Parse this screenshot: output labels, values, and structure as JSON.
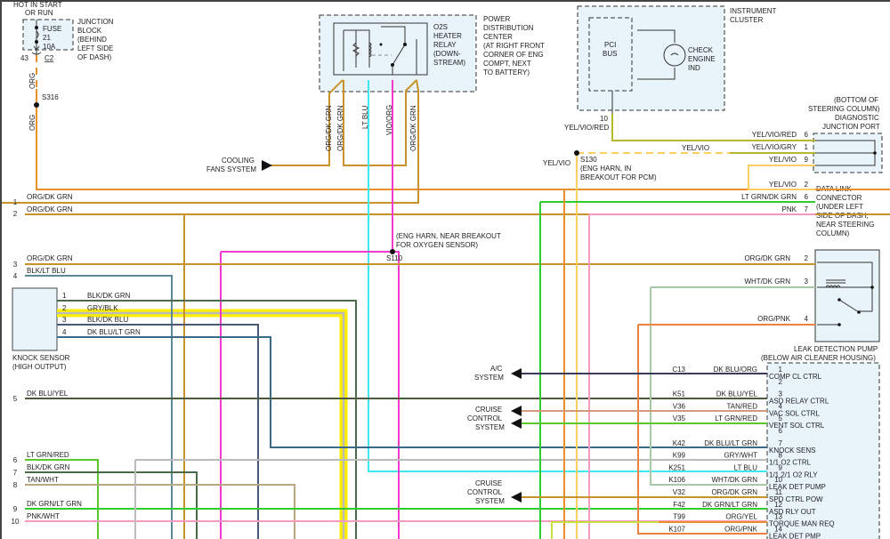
{
  "title": "Engine Performance Wiring Diagram",
  "components": {
    "junction_block": {
      "hot_label": [
        "HOT IN START",
        "OR RUN"
      ],
      "fuse": [
        "FUSE",
        "21",
        "10A"
      ],
      "name": [
        "JUNCTION",
        "BLOCK",
        "(BEHIND",
        "LEFT SIDE",
        "OF DASH)"
      ],
      "pin": "43",
      "connector": "C2"
    },
    "o2s_relay": {
      "name": [
        "O2S",
        "HEATER",
        "RELAY",
        "(DOWN-",
        "STREAM)"
      ]
    },
    "pdc": {
      "name": [
        "POWER",
        "DISTRIBUTION",
        "CENTER",
        "(AT RIGHT FRONT",
        "CORNER OF ENG",
        "COMPT, NEXT",
        "TO BATTERY)"
      ]
    },
    "instrument_cluster": {
      "name": [
        "INSTRUMENT",
        "CLUSTER"
      ],
      "pci": [
        "PCI",
        "BUS"
      ],
      "lamp": [
        "CHECK",
        "ENGINE",
        "IND"
      ],
      "pin": "10",
      "wire": "YEL/VIO/RED"
    },
    "djp": {
      "name": [
        "(BOTTOM OF",
        "STEERING COLUMN)",
        "DIAGNOSTIC",
        "JUNCTION PORT"
      ]
    },
    "dlc": {
      "name": [
        "DATA LINK",
        "CONNECTOR",
        "(UNDER LEFT",
        "SIDE OF DASH,",
        "NEAR STEERING",
        "COLUMN)"
      ]
    },
    "ldp": {
      "name": [
        "LEAK DETECTION PUMP",
        "(BELOW AIR CLEANER HOUSING)"
      ]
    },
    "knock_sensor": {
      "name": [
        "KNOCK SENSOR",
        "(HIGH OUTPUT)"
      ]
    }
  },
  "splices": {
    "s316": "S316",
    "s110": {
      "id": "S110",
      "note": [
        "(ENG HARN, NEAR BREAKOUT",
        "FOR OXYGEN SENSOR)"
      ]
    },
    "s130": {
      "id": "S130",
      "note": [
        "(ENG HARN, IN",
        "BREAKOUT FOR PCM)"
      ]
    }
  },
  "systems": {
    "cooling": [
      "COOLING",
      "FANS SYSTEM"
    ],
    "ac": [
      "A/C",
      "SYSTEM"
    ],
    "cruise1": [
      "CRUISE",
      "CONTROL",
      "SYSTEM"
    ],
    "cruise2": [
      "CRUISE",
      "CONTROL",
      "SYSTEM"
    ]
  },
  "vertical_wire_labels": {
    "org1": "ORG",
    "org2": "ORG",
    "relay1": "ORG/DK GRN",
    "relay2": "ORG/DK GRN",
    "relay3": "LT BLU",
    "relay4": "VIO/ORG",
    "relay5": "ORG/DK GRN"
  },
  "right_wires": {
    "yel_vio_left": "YEL/VIO",
    "s130_wire": "YEL/VIO",
    "djp_pins": [
      {
        "pin": "6",
        "wire": "YEL/VIO/RED"
      },
      {
        "pin": "1",
        "wire": "YEL/VIO/GRY"
      },
      {
        "pin": "9",
        "wire": "YEL/VIO"
      }
    ],
    "dlc_pins": [
      {
        "pin": "2",
        "wire": "YEL/VIO"
      },
      {
        "pin": "6",
        "wire": "LT GRN/DK GRN"
      },
      {
        "pin": "7",
        "wire": "PNK"
      }
    ],
    "ldp_pins": [
      {
        "pin": "2",
        "wire": "ORG/DK GRN"
      },
      {
        "pin": "3",
        "wire": "WHT/DK GRN"
      },
      {
        "pin": "4",
        "wire": "ORG/PNK"
      }
    ]
  },
  "left_connector": [
    {
      "pin": "1",
      "wire": "ORG/DK GRN"
    },
    {
      "pin": "2",
      "wire": "ORG/DK GRN"
    },
    {
      "pin": "3",
      "wire": "ORG/DK GRN"
    },
    {
      "pin": "4",
      "wire": "BLK/LT BLU"
    },
    {
      "pin": "5",
      "wire": "DK BLU/YEL"
    },
    {
      "pin": "6",
      "wire": "LT GRN/RED"
    },
    {
      "pin": "7",
      "wire": "BLK/DK GRN"
    },
    {
      "pin": "8",
      "wire": "TAN/WHT"
    },
    {
      "pin": "9",
      "wire": "DK GRN/LT GRN"
    },
    {
      "pin": "10",
      "wire": "PNK/WHT"
    }
  ],
  "knock_pins": [
    {
      "pin": "1",
      "wire": "BLK/DK GRN"
    },
    {
      "pin": "2",
      "wire": "GRY/BLK"
    },
    {
      "pin": "3",
      "wire": "BLK/DK BLU"
    },
    {
      "pin": "4",
      "wire": "DK BLU/LT GRN"
    }
  ],
  "pcm_pins": [
    {
      "circuit": "C13",
      "wire": "DK BLU/ORG",
      "pin": "1",
      "func": "COMP CL CTRL"
    },
    {
      "circuit": "",
      "wire": "",
      "pin": "2",
      "func": ""
    },
    {
      "circuit": "K51",
      "wire": "DK BLU/YEL",
      "pin": "3",
      "func": "ASD RELAY CTRL"
    },
    {
      "circuit": "V36",
      "wire": "TAN/RED",
      "pin": "4",
      "func": "VAC SOL CTRL"
    },
    {
      "circuit": "V35",
      "wire": "LT GRN/RED",
      "pin": "5",
      "func": "VENT SOL CTRL"
    },
    {
      "circuit": "",
      "wire": "",
      "pin": "6",
      "func": ""
    },
    {
      "circuit": "K42",
      "wire": "DK BLU/LT GRN",
      "pin": "7",
      "func": "KNOCK SENS"
    },
    {
      "circuit": "K99",
      "wire": "GRY/WHT",
      "pin": "8",
      "func": "1/1 O2 CTRL"
    },
    {
      "circuit": "K251",
      "wire": "LT BLU",
      "pin": "9",
      "func": "1/1 2/1 O2 RLY"
    },
    {
      "circuit": "K106",
      "wire": "WHT/DK GRN",
      "pin": "10",
      "func": "LEAK DET PUMP"
    },
    {
      "circuit": "V32",
      "wire": "ORG/DK GRN",
      "pin": "11",
      "func": "SPD CTRL POW"
    },
    {
      "circuit": "F42",
      "wire": "DK GRN/LT GRN",
      "pin": "12",
      "func": "ASD RLY OUT"
    },
    {
      "circuit": "T99",
      "wire": "ORG/YEL",
      "pin": "13",
      "func": "TORQUE MAN REQ"
    },
    {
      "circuit": "K107",
      "wire": "ORG/PNK",
      "pin": "14",
      "func": "LEAK DET PMP"
    }
  ],
  "colors": {
    "org": "#e8902a",
    "orgdkgrn": "#c8922a",
    "ltblu": "#3ee8ee",
    "vio": "#f03ad0",
    "yel": "#ffee00",
    "gry": "#bbbbbb",
    "dkgrn": "#4a6a4a",
    "blkdkblu": "#4a5a7a",
    "dkblultgrn": "#3a6a8a",
    "ltgrn": "#2ecc2e",
    "pnk": "#f79ac0",
    "tan": "#b8a880",
    "ltgrnred": "#5ac82a",
    "orgpnk": "#f08040",
    "whtdkgrn": "#a8c8a8",
    "yelvio": "#fcd060",
    "olive": "#b8b830",
    "boxfill": "#e8f3fa"
  }
}
